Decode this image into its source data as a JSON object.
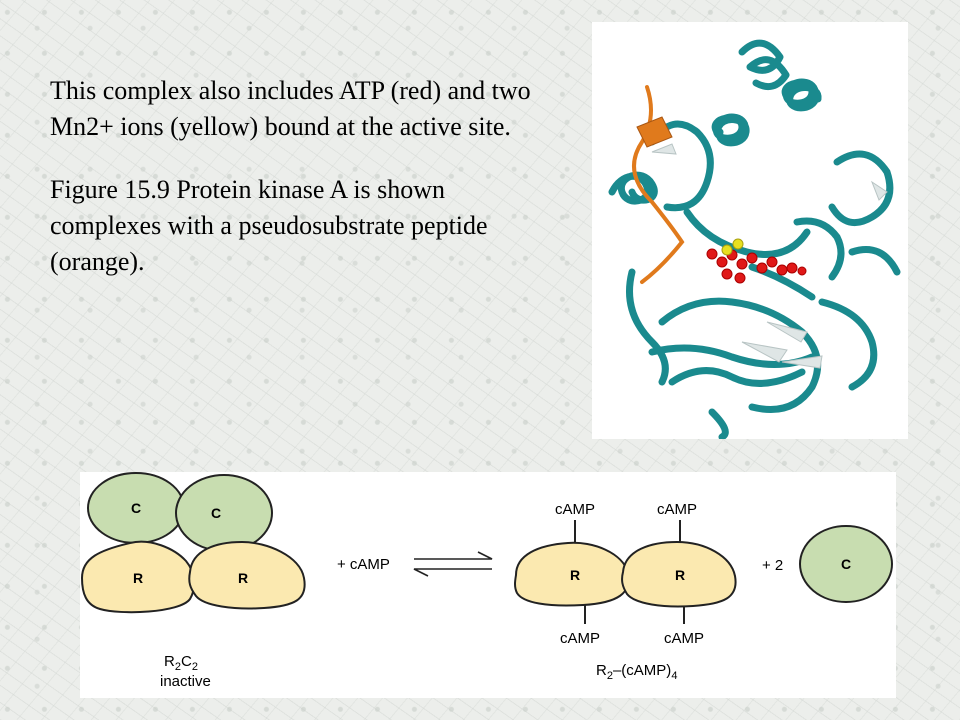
{
  "caption": {
    "paragraph1": "This complex also includes ATP (red) and two Mn2+ ions (yellow) bound at the active site.",
    "paragraph2": "Figure 15.9 Protein kinase A is shown complexes with a pseudosubstrate peptide (orange)."
  },
  "colors": {
    "protein_ribbon": "#1a8a8e",
    "peptide": "#e07a1c",
    "atp": "#e01818",
    "mn_ions": "#e8e020",
    "catalytic_fill": "#c8ddb0",
    "regulatory_fill": "#fbe9b0"
  },
  "scheme": {
    "left": {
      "catalytic_1": "C",
      "catalytic_2": "C",
      "regulatory_1": "R",
      "regulatory_2": "R",
      "formula_main": "R",
      "formula_sub1": "2",
      "formula_c": "C",
      "formula_sub2": "2",
      "state": "inactive"
    },
    "reagent": "+ cAMP",
    "right": {
      "regulatory_1": "R",
      "regulatory_2": "R",
      "camp_top_1": "cAMP",
      "camp_top_2": "cAMP",
      "camp_bottom_1": "cAMP",
      "camp_bottom_2": "cAMP",
      "formula_main": "R",
      "formula_sub1": "2",
      "formula_rest": "–(cAMP)",
      "formula_sub2": "4"
    },
    "product_coef": "+ 2",
    "product_catalytic": "C"
  }
}
